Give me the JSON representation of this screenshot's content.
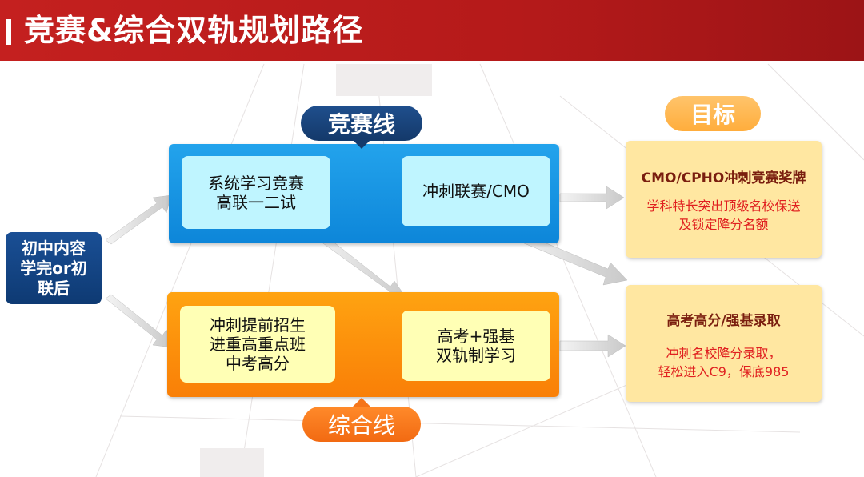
{
  "header": {
    "title": "竞赛&综合双轨规划路径"
  },
  "start_node": {
    "lines": [
      "初中内容",
      "学完or初",
      "联后"
    ]
  },
  "competition_track": {
    "label": "竞赛线",
    "step1": {
      "lines": [
        "系统学习竞赛",
        "高联一二试"
      ]
    },
    "step2": {
      "lines": [
        "冲刺联赛/CMO"
      ]
    }
  },
  "comprehensive_track": {
    "label": "综合线",
    "step1": {
      "lines": [
        "冲刺提前招生",
        "进重高重点班",
        "中考高分"
      ]
    },
    "step2": {
      "lines": [
        "高考+强基",
        "双轨制学习"
      ]
    }
  },
  "goals": {
    "label": "目标",
    "goal1": {
      "title": "CMO/CPHO冲刺竞赛奖牌",
      "desc": [
        "学科特长突出顶级名校保送",
        "及锁定降分名额"
      ]
    },
    "goal2": {
      "title": "高考高分/强基录取",
      "desc": [
        "冲刺名校降分录取，",
        "轻松进入C9，保底985"
      ]
    }
  },
  "colors": {
    "header_red": "#c4201f",
    "competition_blue": "#1a97e4",
    "comprehensive_orange": "#fb8f0c",
    "goal_yellow": "#ffe7a1",
    "goal_text_red": "#e02020",
    "goal_title_brown": "#7a1e0f"
  }
}
